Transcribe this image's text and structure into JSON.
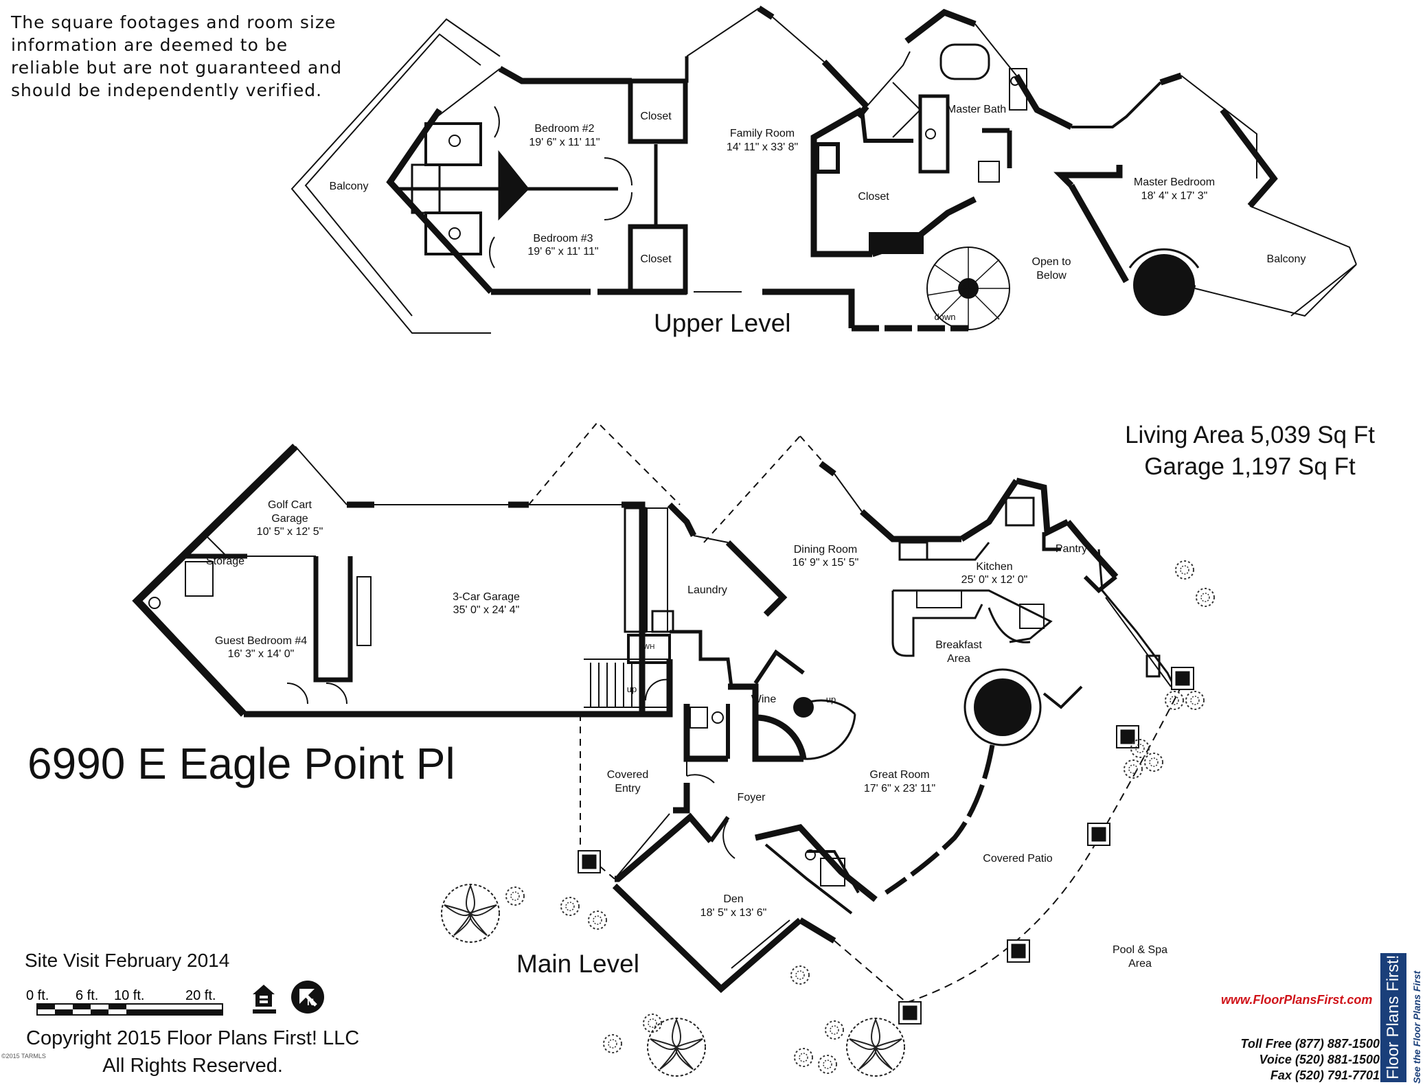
{
  "disclaimer": [
    "The square footages and room size",
    "information are deemed to be",
    "reliable but are not guaranteed and",
    "should be independently verified."
  ],
  "levels": {
    "upper": "Upper Level",
    "main": "Main Level"
  },
  "address": "6990 E Eagle Point Pl",
  "areas": {
    "living": "Living Area 5,039 Sq Ft",
    "garage": "Garage 1,197 Sq Ft"
  },
  "site_visit": "Site Visit February 2014",
  "scale_labels": [
    "0 ft.",
    "6 ft.",
    "10 ft.",
    "20 ft."
  ],
  "copyright": [
    "Copyright 2015 Floor Plans First! LLC",
    "All Rights Reserved."
  ],
  "watermark": "©2015 TARMLS",
  "contact": {
    "website": "www.FloorPlansFirst.com",
    "toll_free": "Toll Free (877) 887-1500",
    "voice": "Voice (520) 881-1500",
    "fax": "Fax (520) 791-7701"
  },
  "brand": {
    "name": "Floor Plans First!",
    "tagline": "See the Floor Plans First"
  },
  "upper_rooms": {
    "balcony_left": "Balcony",
    "bedroom2": "Bedroom #2",
    "bedroom2_size": "19' 6\" x 11' 11\"",
    "bedroom3": "Bedroom #3",
    "bedroom3_size": "19' 6\" x 11' 11\"",
    "closet_top": "Closet",
    "closet_bottom": "Closet",
    "family_room": "Family Room",
    "family_room_size": "14' 11\" x 33' 8\"",
    "master_bath": "Master Bath",
    "closet_master": "Closet",
    "master_bedroom": "Master Bedroom",
    "master_bedroom_size": "18' 4\" x 17' 3\"",
    "open_to_below_1": "Open to",
    "open_to_below_2": "Below",
    "balcony_right": "Balcony",
    "down": "down"
  },
  "main_rooms": {
    "golf_cart_1": "Golf Cart",
    "golf_cart_2": "Garage",
    "golf_cart_size": "10' 5\" x 12' 5\"",
    "storage": "Storage",
    "guest_bedroom": "Guest Bedroom #4",
    "guest_bedroom_size": "16' 3\" x 14' 0\"",
    "garage3": "3-Car Garage",
    "garage3_size": "35' 0\" x 24' 4\"",
    "laundry": "Laundry",
    "up_stairs": "up",
    "wine": "Wine",
    "up_spiral": "up",
    "dining": "Dining Room",
    "dining_size": "16' 9\" x 15' 5\"",
    "kitchen": "Kitchen",
    "kitchen_size": "25' 0\" x 12' 0\"",
    "pantry": "Pantry",
    "breakfast_1": "Breakfast",
    "breakfast_2": "Area",
    "covered_entry_1": "Covered",
    "covered_entry_2": "Entry",
    "foyer": "Foyer",
    "great_room": "Great Room",
    "great_room_size": "17' 6\" x 23' 11\"",
    "covered_patio": "Covered Patio",
    "den": "Den",
    "den_size": "18' 5\" x 13' 6\"",
    "pool_1": "Pool & Spa",
    "pool_2": "Area",
    "wh": "WH"
  }
}
